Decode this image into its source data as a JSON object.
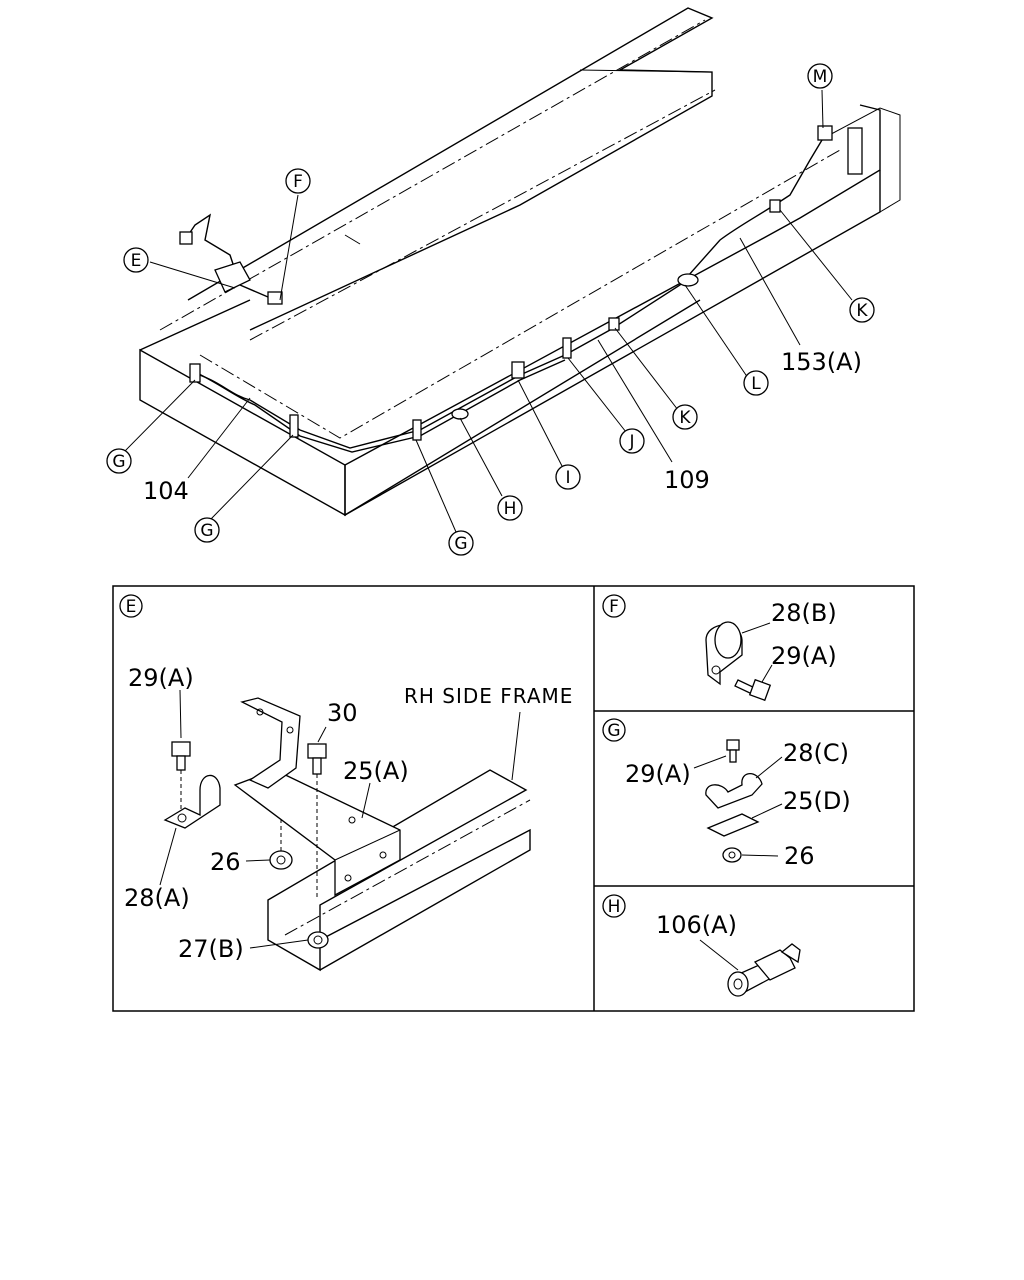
{
  "callouts_main": {
    "M": "M",
    "F": "F",
    "E": "E",
    "K1": "K",
    "K2": "K",
    "L": "L",
    "G1": "G",
    "G2": "G",
    "G3": "G",
    "H": "H",
    "I": "I",
    "J": "J"
  },
  "labels_main": {
    "p153a": "153(A)",
    "p104": "104",
    "p109": "109"
  },
  "panel_e": {
    "tag": "E",
    "frame_label": "RH SIDE FRAME",
    "p29a": "29(A)",
    "p30": "30",
    "p25a": "25(A)",
    "p26": "26",
    "p28a": "28(A)",
    "p27b": "27(B)"
  },
  "panel_f": {
    "tag": "F",
    "p28b": "28(B)",
    "p29a": "29(A)"
  },
  "panel_g": {
    "tag": "G",
    "p28c": "28(C)",
    "p29a": "29(A)",
    "p25d": "25(D)",
    "p26": "26"
  },
  "panel_h": {
    "tag": "H",
    "p106a": "106(A)"
  }
}
